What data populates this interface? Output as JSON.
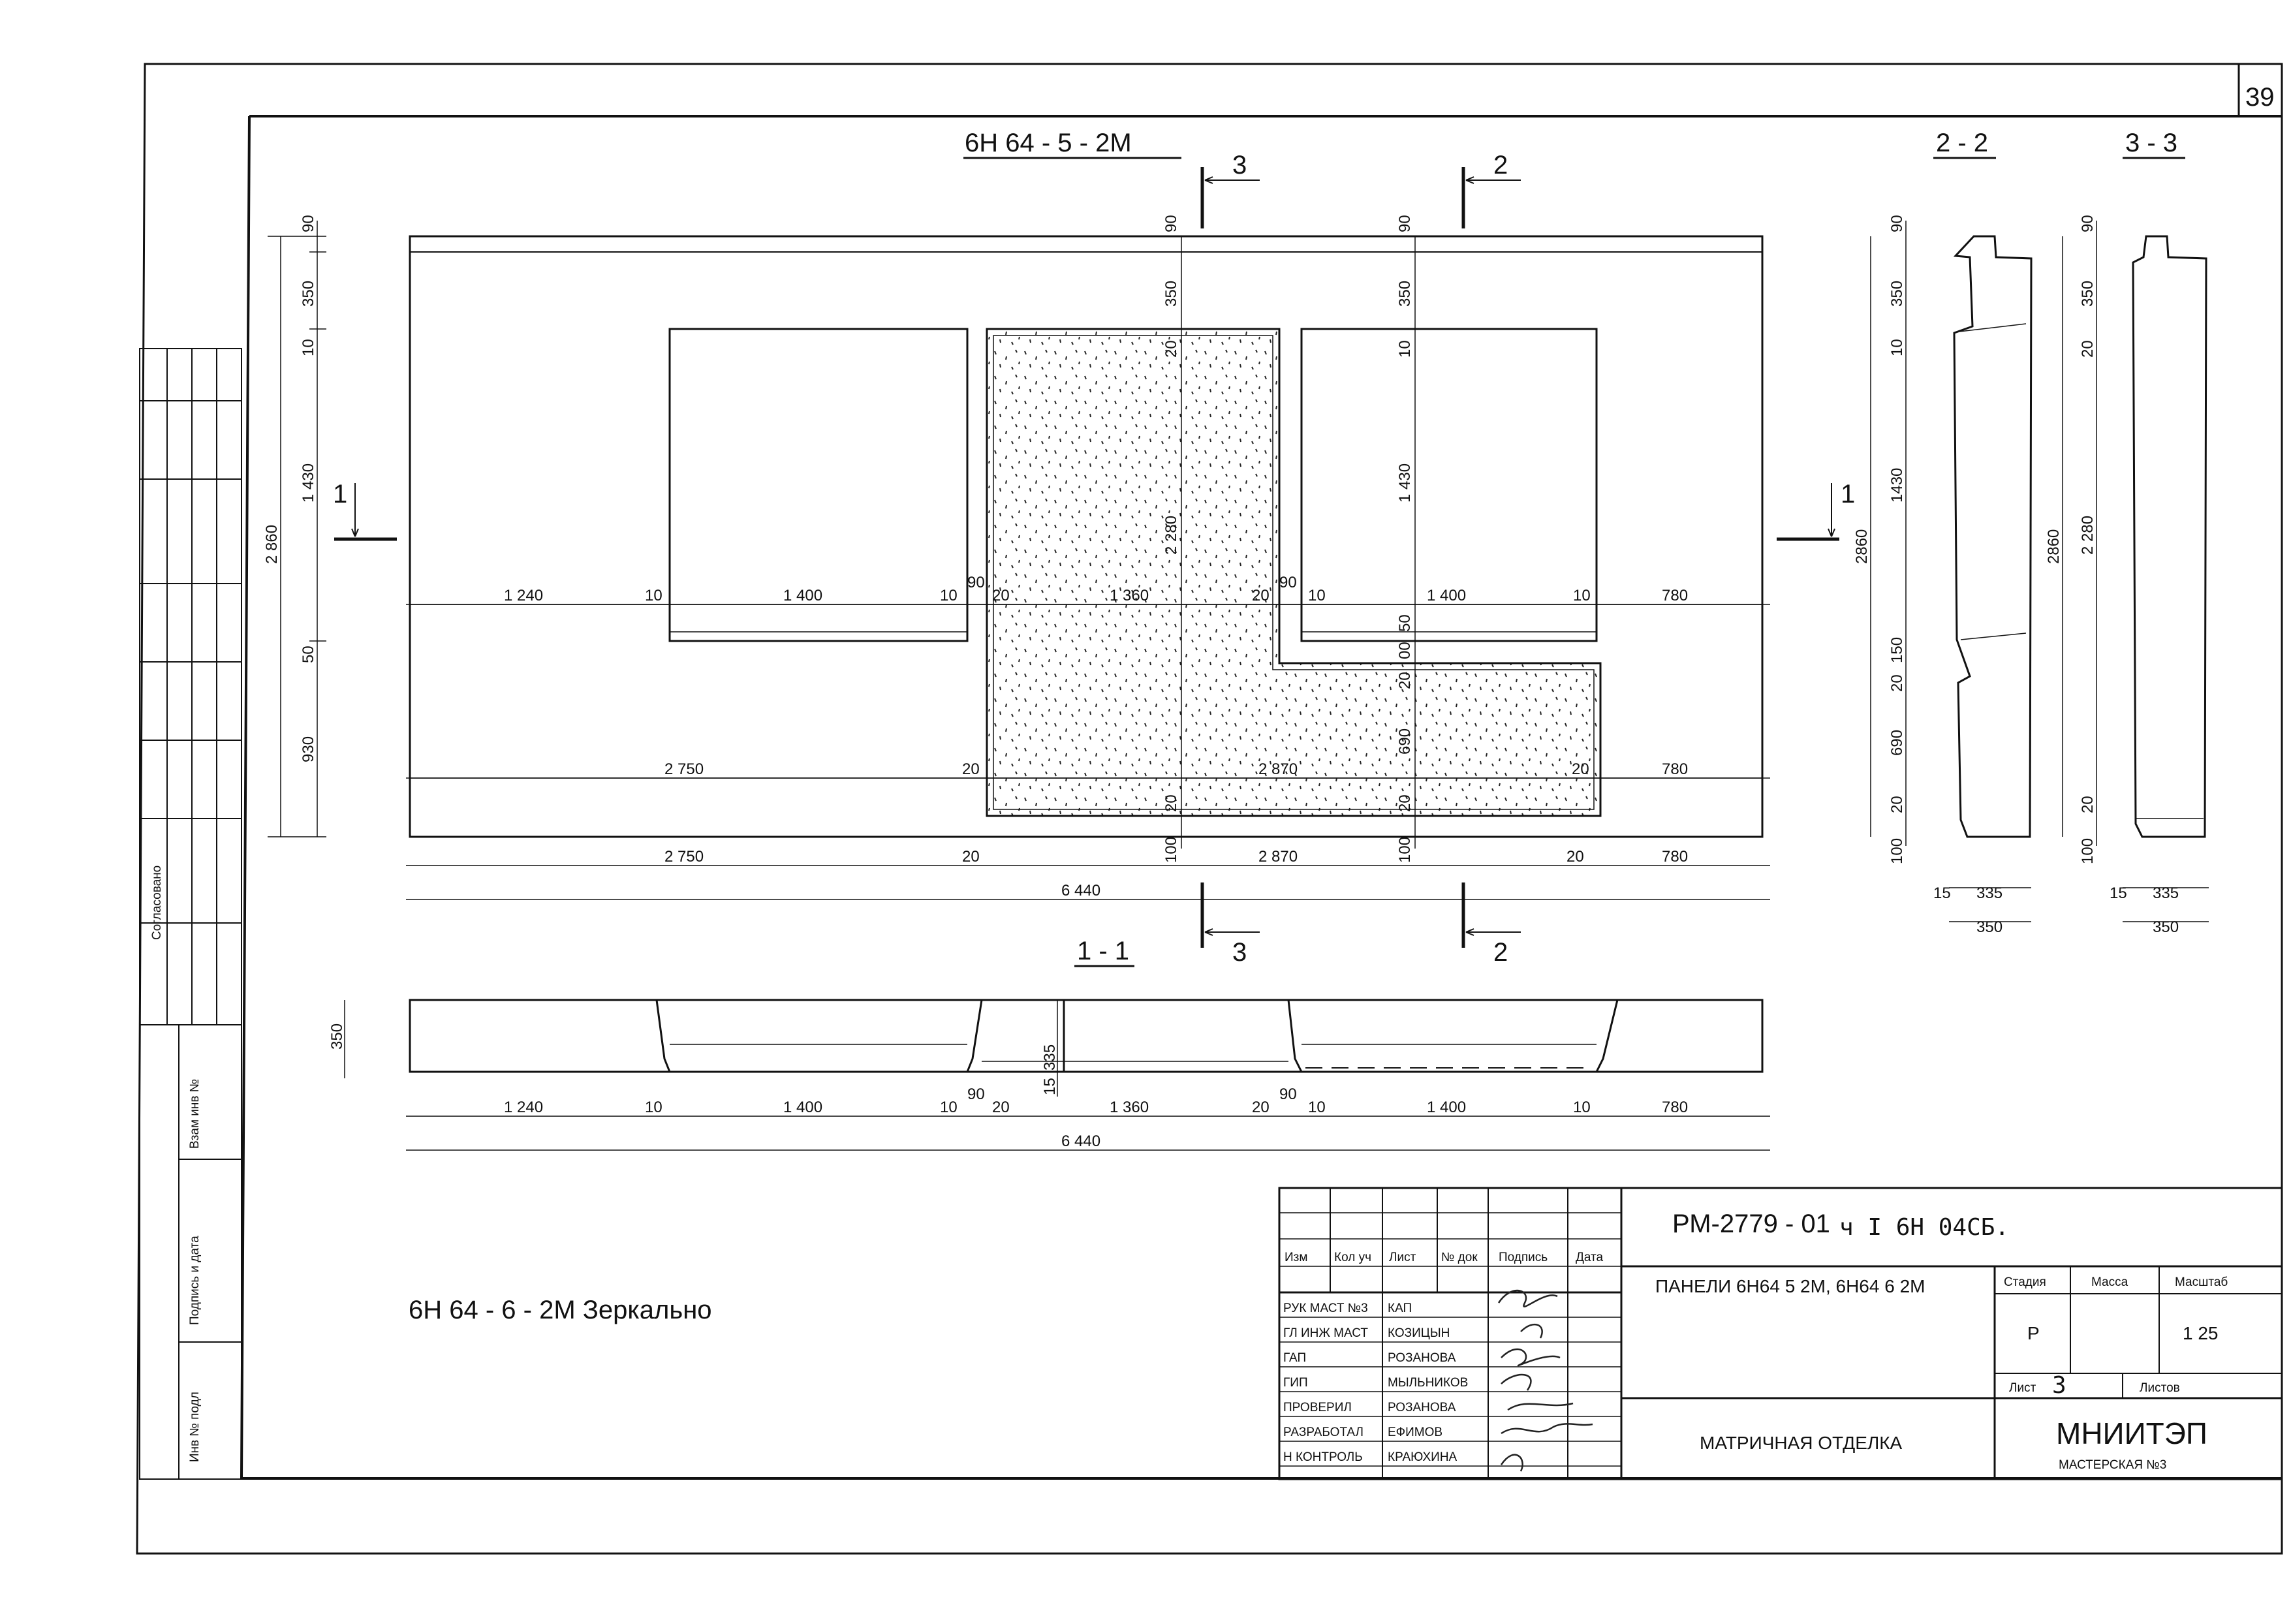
{
  "sheet": {
    "number": "39"
  },
  "views": {
    "elevation": {
      "title": "6Н 64 - 5 - 2М"
    },
    "section_1": {
      "title": "1 - 1"
    },
    "section_2": {
      "title": "2 - 2"
    },
    "section_3": {
      "title": "3 - 3"
    },
    "cut_labels": {
      "cut1": "1",
      "cut2": "2",
      "cut3": "3"
    },
    "mirror_note": "6Н 64 - 6 - 2М   Зеркально"
  },
  "dimensions": {
    "height_total": "2 860",
    "height_total_section": "2860",
    "h90": "90",
    "h350": "350",
    "h10": "10",
    "h1430": "1 430",
    "h1430b": "1430",
    "h50": "50",
    "h930": "930",
    "h150": "150",
    "h20": "20",
    "h690": "690",
    "h100": "100",
    "h2280": "2 280",
    "h00": "00",
    "h335": "335",
    "h15": "15",
    "row1": [
      "1 240",
      "10",
      "1 400",
      "10",
      "90",
      "20",
      "1 360",
      "20",
      "90",
      "10",
      "1 400",
      "10",
      "780"
    ],
    "row2": [
      "2 750",
      "20",
      "2 870",
      "20",
      "780"
    ],
    "total": "6 440",
    "section_widths": [
      "15",
      "335",
      "350"
    ]
  },
  "stamp": {
    "agreed": "Согласовано",
    "fields": [
      "Взам инв №",
      "Подпись и дата",
      "Инв № подл"
    ]
  },
  "title_block": {
    "header": [
      "Изм",
      "Кол уч",
      "Лист",
      "№ док",
      "Подпись",
      "Дата"
    ],
    "roles": [
      {
        "role": "РУК МАСТ №3",
        "name": "КАП"
      },
      {
        "role": "ГЛ ИНЖ МАСТ",
        "name": "КОЗИЦЫН"
      },
      {
        "role": "ГАП",
        "name": "РОЗАНОВА"
      },
      {
        "role": "ГИП",
        "name": "МЫЛЬНИКОВ"
      },
      {
        "role": "ПРОВЕРИЛ",
        "name": "РОЗАНОВА"
      },
      {
        "role": "РАЗРАБОТАЛ",
        "name": "ЕФИМОВ"
      },
      {
        "role": "Н КОНТРОЛЬ",
        "name": "КРАЮХИНА"
      }
    ],
    "code": "РМ-2779 - 01",
    "code_hand": "ч I  6Н  04СБ.",
    "description": "ПАНЕЛИ    6Н64 5 2М, 6Н64 6 2М",
    "stage_label": "Стадия",
    "mass_label": "Масса",
    "scale_label": "Масштаб",
    "stage": "Р",
    "scale": "1  25",
    "sheet_label": "Лист",
    "sheet_value": "3",
    "sheets_label": "Листов",
    "subject": "МАТРИЧНАЯ  ОТДЕЛКА",
    "org": "МНИИТЭП",
    "workshop": "МАСТЕРСКАЯ №3"
  }
}
